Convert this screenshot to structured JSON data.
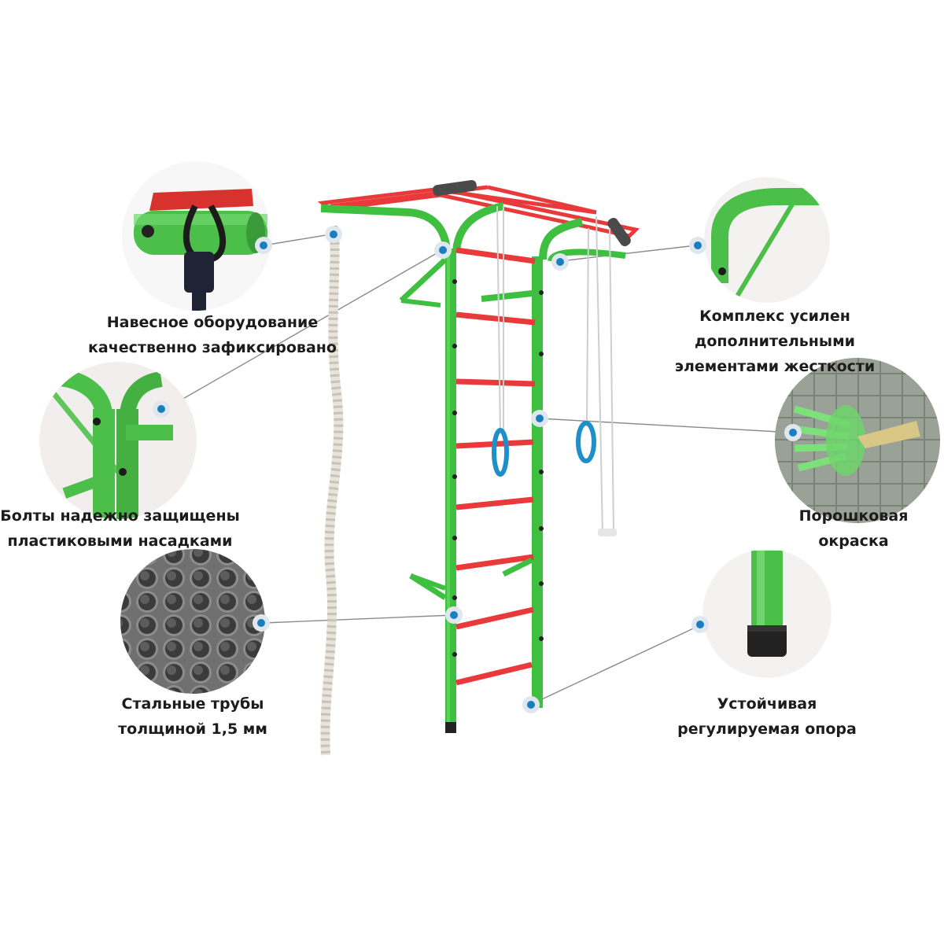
{
  "callouts": [
    {
      "id": "hanging",
      "lines": [
        "Навесное оборудование",
        "качественно зафиксировано"
      ]
    },
    {
      "id": "bolts",
      "lines": [
        "Болты надежно защищены",
        "пластиковыми насадками"
      ]
    },
    {
      "id": "pipes",
      "lines": [
        "Стальные трубы",
        "толщиной 1,5 мм"
      ]
    },
    {
      "id": "stiffness",
      "lines": [
        "Комплекс усилен",
        "дополнительными",
        "элементами жесткости"
      ]
    },
    {
      "id": "powder",
      "lines": [
        "Порошковая",
        "окраска"
      ]
    },
    {
      "id": "support",
      "lines": [
        "Устойчивая",
        "регулируемая опора"
      ]
    }
  ],
  "colors": {
    "frame_green": "#3fbf3f",
    "frame_green_dark": "#2c9a2c",
    "rung_red": "#e83a3a",
    "ring_blue": "#1f8fc9",
    "marker_blue": "#1a7fbf",
    "leader_line": "#8a8a8a"
  }
}
